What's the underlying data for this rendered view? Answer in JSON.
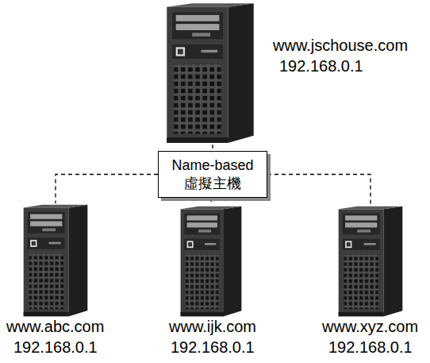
{
  "diagram": {
    "nodes": [
      {
        "text": [
          "www.jschouse.com",
          "192.168.0.1"
        ]
      },
      {
        "text": [
          "Name-based 虛擬主機"
        ]
      },
      {
        "text": [
          "www.abc.com",
          "192.168.0.1"
        ]
      },
      {
        "text": [
          "www.ijk.com",
          "192.168.0.1"
        ]
      },
      {
        "text": [
          "www.xyz.com",
          "192.168.0.1"
        ]
      }
    ],
    "edges": [
      {
        "from": 0,
        "to": 1,
        "arrow": "none"
      },
      {
        "from": 1,
        "to": 2,
        "arrow": "none"
      },
      {
        "from": 1,
        "to": 3,
        "arrow": "none"
      },
      {
        "from": 1,
        "to": 4,
        "arrow": "none"
      }
    ]
  }
}
